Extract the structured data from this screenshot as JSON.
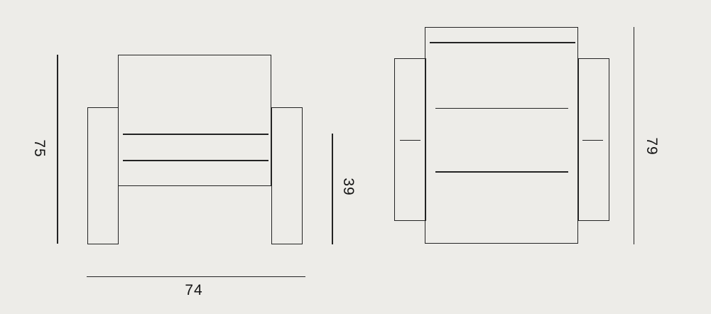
{
  "colors": {
    "background": "#edece8",
    "line": "#232323",
    "text": "#161616"
  },
  "drawing": {
    "type": "furniture-dimension-drawing",
    "subject": "armchair",
    "views": {
      "front": {
        "dimensions": {
          "overall_height": "75",
          "overall_width": "74",
          "seat_height": "39"
        }
      },
      "top": {
        "dimensions": {
          "overall_depth": "79"
        }
      }
    }
  }
}
